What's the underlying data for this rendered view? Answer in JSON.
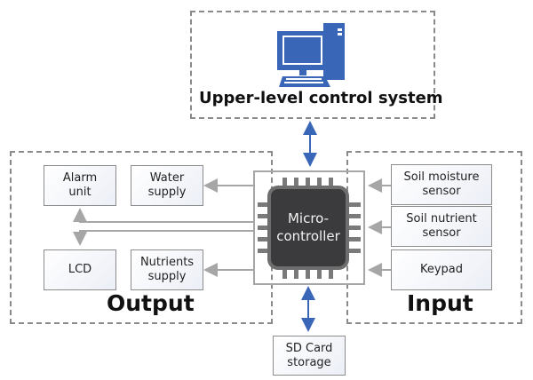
{
  "diagram": {
    "upper": {
      "label": "Upper-level control system",
      "icon": "desktop-computer-icon"
    },
    "microcontroller": {
      "label_line1": "Micro-",
      "label_line2": "controller"
    },
    "output": {
      "group_label": "Output",
      "blocks": [
        {
          "line1": "Alarm",
          "line2": "unit"
        },
        {
          "line1": "Water",
          "line2": "supply"
        },
        {
          "line1": "LCD",
          "line2": ""
        },
        {
          "line1": "Nutrients",
          "line2": "supply"
        }
      ]
    },
    "input": {
      "group_label": "Input",
      "blocks": [
        {
          "line1": "Soil moisture",
          "line2": "sensor"
        },
        {
          "line1": "Soil nutrient",
          "line2": "sensor"
        },
        {
          "line1": "Keypad",
          "line2": ""
        }
      ]
    },
    "storage": {
      "line1": "SD Card",
      "line2": "storage"
    },
    "colors": {
      "accent_blue": "#3a66b8",
      "chip_dark": "#3b3b3d",
      "connector_gray": "#a6a6a6"
    }
  }
}
